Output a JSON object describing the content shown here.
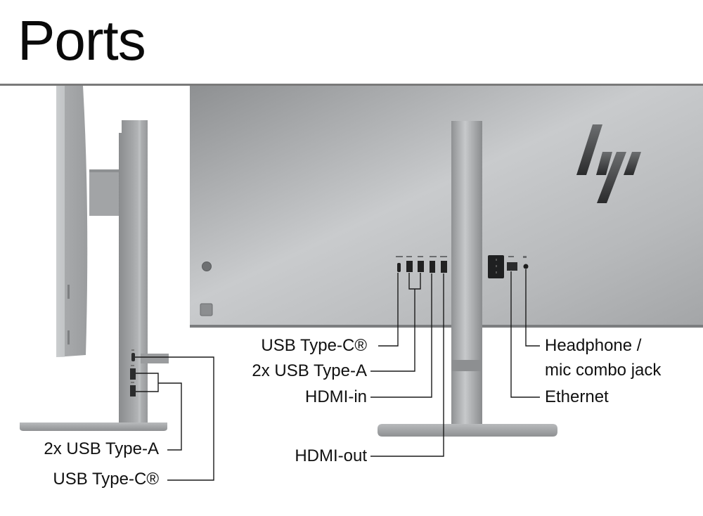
{
  "title": "Ports",
  "brand_logo": "hp-logo",
  "views": {
    "side_view": {
      "callouts": [
        {
          "id": "side-usb-a",
          "label": "2x USB Type-A"
        },
        {
          "id": "side-usb-c",
          "label": "USB Type-C®"
        }
      ]
    },
    "rear_view": {
      "callouts_left": [
        {
          "id": "rear-usb-c",
          "label": "USB Type-C®"
        },
        {
          "id": "rear-usb-a",
          "label": "2x USB Type-A"
        },
        {
          "id": "rear-hdmi-in",
          "label": "HDMI-in"
        },
        {
          "id": "rear-hdmi-out",
          "label": "HDMI-out"
        }
      ],
      "callouts_right": [
        {
          "id": "rear-headphone",
          "label_line1": "Headphone /",
          "label_line2": "mic combo jack"
        },
        {
          "id": "rear-ethernet",
          "label": "Ethernet"
        }
      ]
    }
  },
  "colors": {
    "text": "#111111",
    "rule": "#7a7a7a",
    "monitor_back": "#b4b6b8",
    "stand": "#a9abad",
    "callout_line": "#1a1a1a"
  }
}
